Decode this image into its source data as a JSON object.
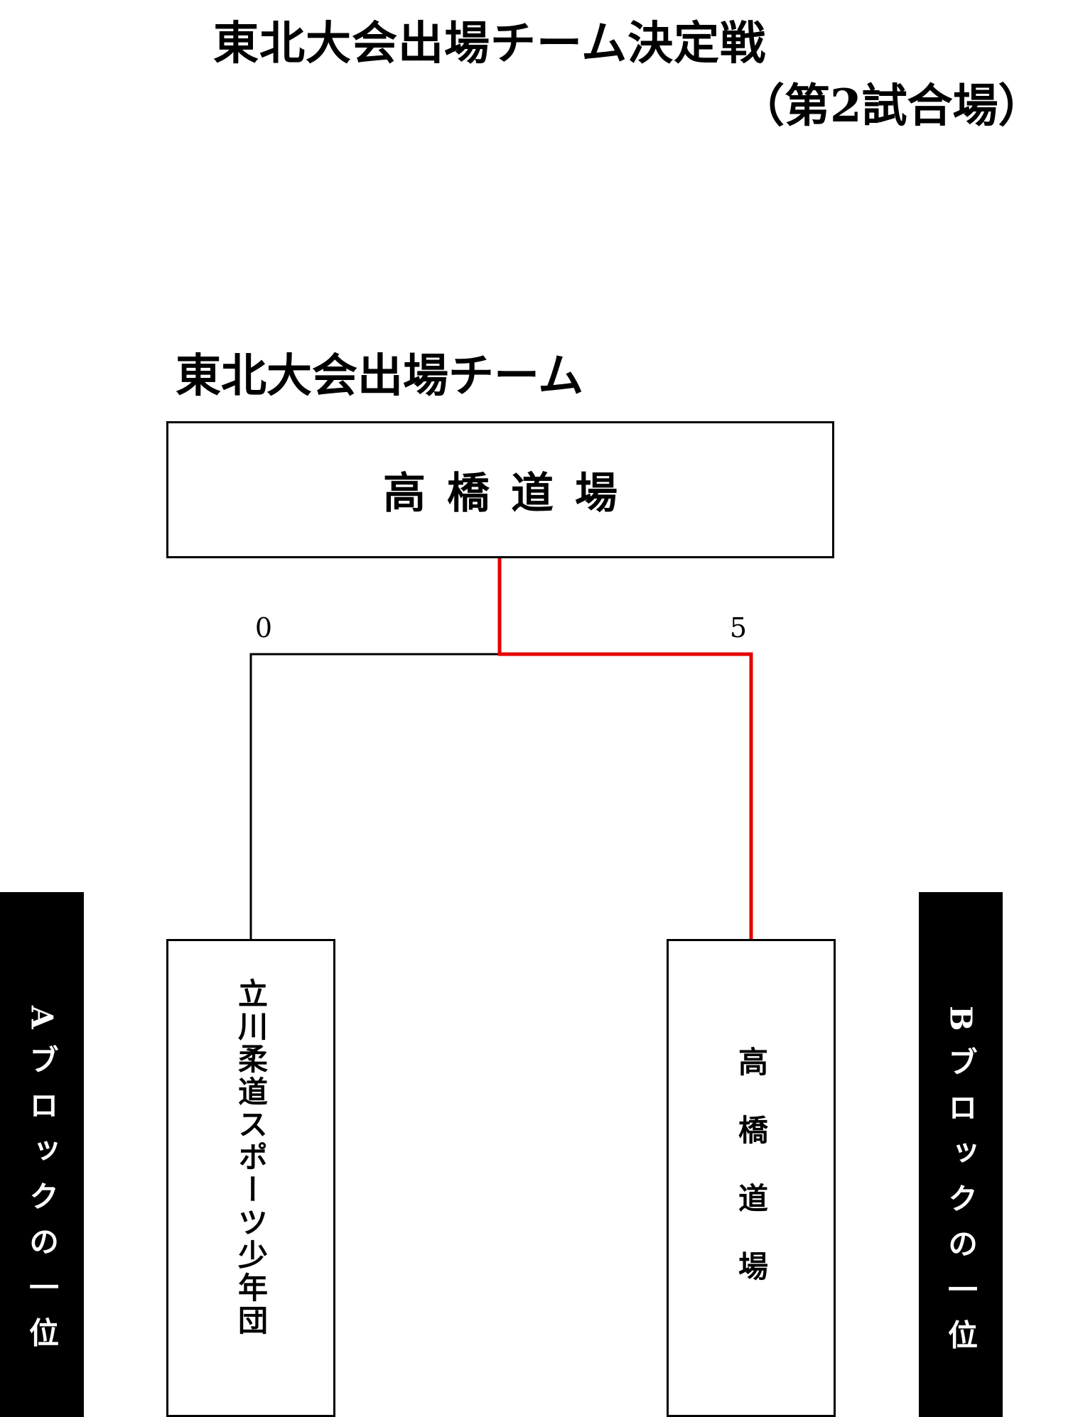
{
  "title": "東北大会出場チーム決定戦",
  "subtitle": "（第2試合場）",
  "winner": {
    "heading": "東北大会出場チーム",
    "name": "高橋道場"
  },
  "match": {
    "left": {
      "team": "立川柔道スポーツ少年団",
      "score": "0",
      "block": "Aブロックの一位"
    },
    "right": {
      "team": "高橋道場",
      "score": "5",
      "block": "Bブロックの一位"
    }
  },
  "colors": {
    "winner_line": "#e60000",
    "loser_line": "#000000",
    "block_background": "#000000"
  }
}
